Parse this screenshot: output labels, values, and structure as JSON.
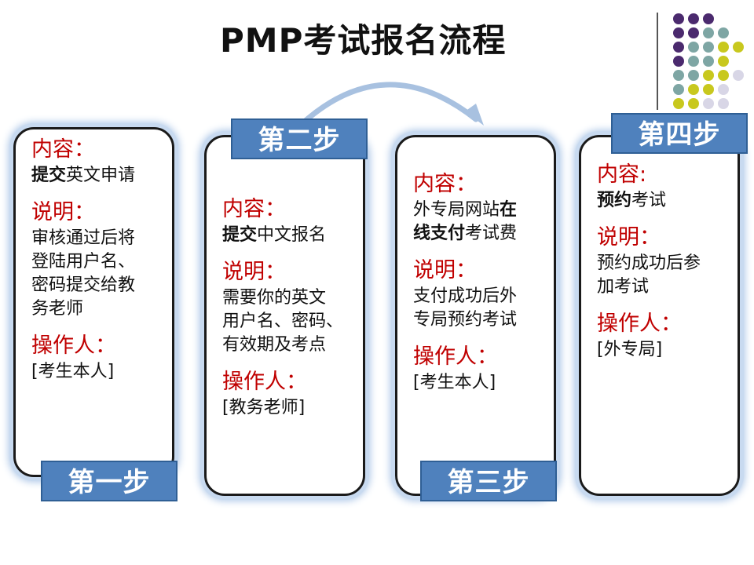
{
  "title": "PMP考试报名流程",
  "steps": [
    {
      "badge": "第一步",
      "content_label": "内容：",
      "content_bold": "提交",
      "content_rest": "英文申请",
      "note_label": "说明：",
      "note": [
        "审核通过后将",
        "登陆用户名、",
        "密码提交给教",
        "务老师"
      ],
      "operator_label": "操作人：",
      "operator": "[考生本人]"
    },
    {
      "badge": "第二步",
      "content_label": "内容：",
      "content_bold": "提交",
      "content_rest": "中文报名",
      "note_label": "说明：",
      "note": [
        "需要你的英文",
        "用户名、密码、",
        "有效期及考点"
      ],
      "operator_label": "操作人：",
      "operator": "[教务老师]"
    },
    {
      "badge": "第三步",
      "content_label": "内容：",
      "content_line1_normal": "外专局网站",
      "content_line1_bold": "在",
      "content_line2_bold": "线支付",
      "content_line2_normal": "考试费",
      "note_label": "说明：",
      "note": [
        "支付成功后外",
        "专局预约考试"
      ],
      "operator_label": "操作人：",
      "operator": "[考生本人]"
    },
    {
      "badge": "第四步",
      "content_label": "内容:",
      "content_bold": "预约",
      "content_rest": "考试",
      "note_label": "说明：",
      "note": [
        "预约成功后参",
        "加考试"
      ],
      "operator_label": "操作人：",
      "operator": "[外专局]"
    }
  ],
  "colors": {
    "label_red": "#c00000",
    "badge_blue": "#4f81bd",
    "dot_purple": "#4b2a6e",
    "dot_teal": "#7ea6a4",
    "dot_lime": "#c8c81e",
    "dot_lavender": "#d8d6e6"
  }
}
